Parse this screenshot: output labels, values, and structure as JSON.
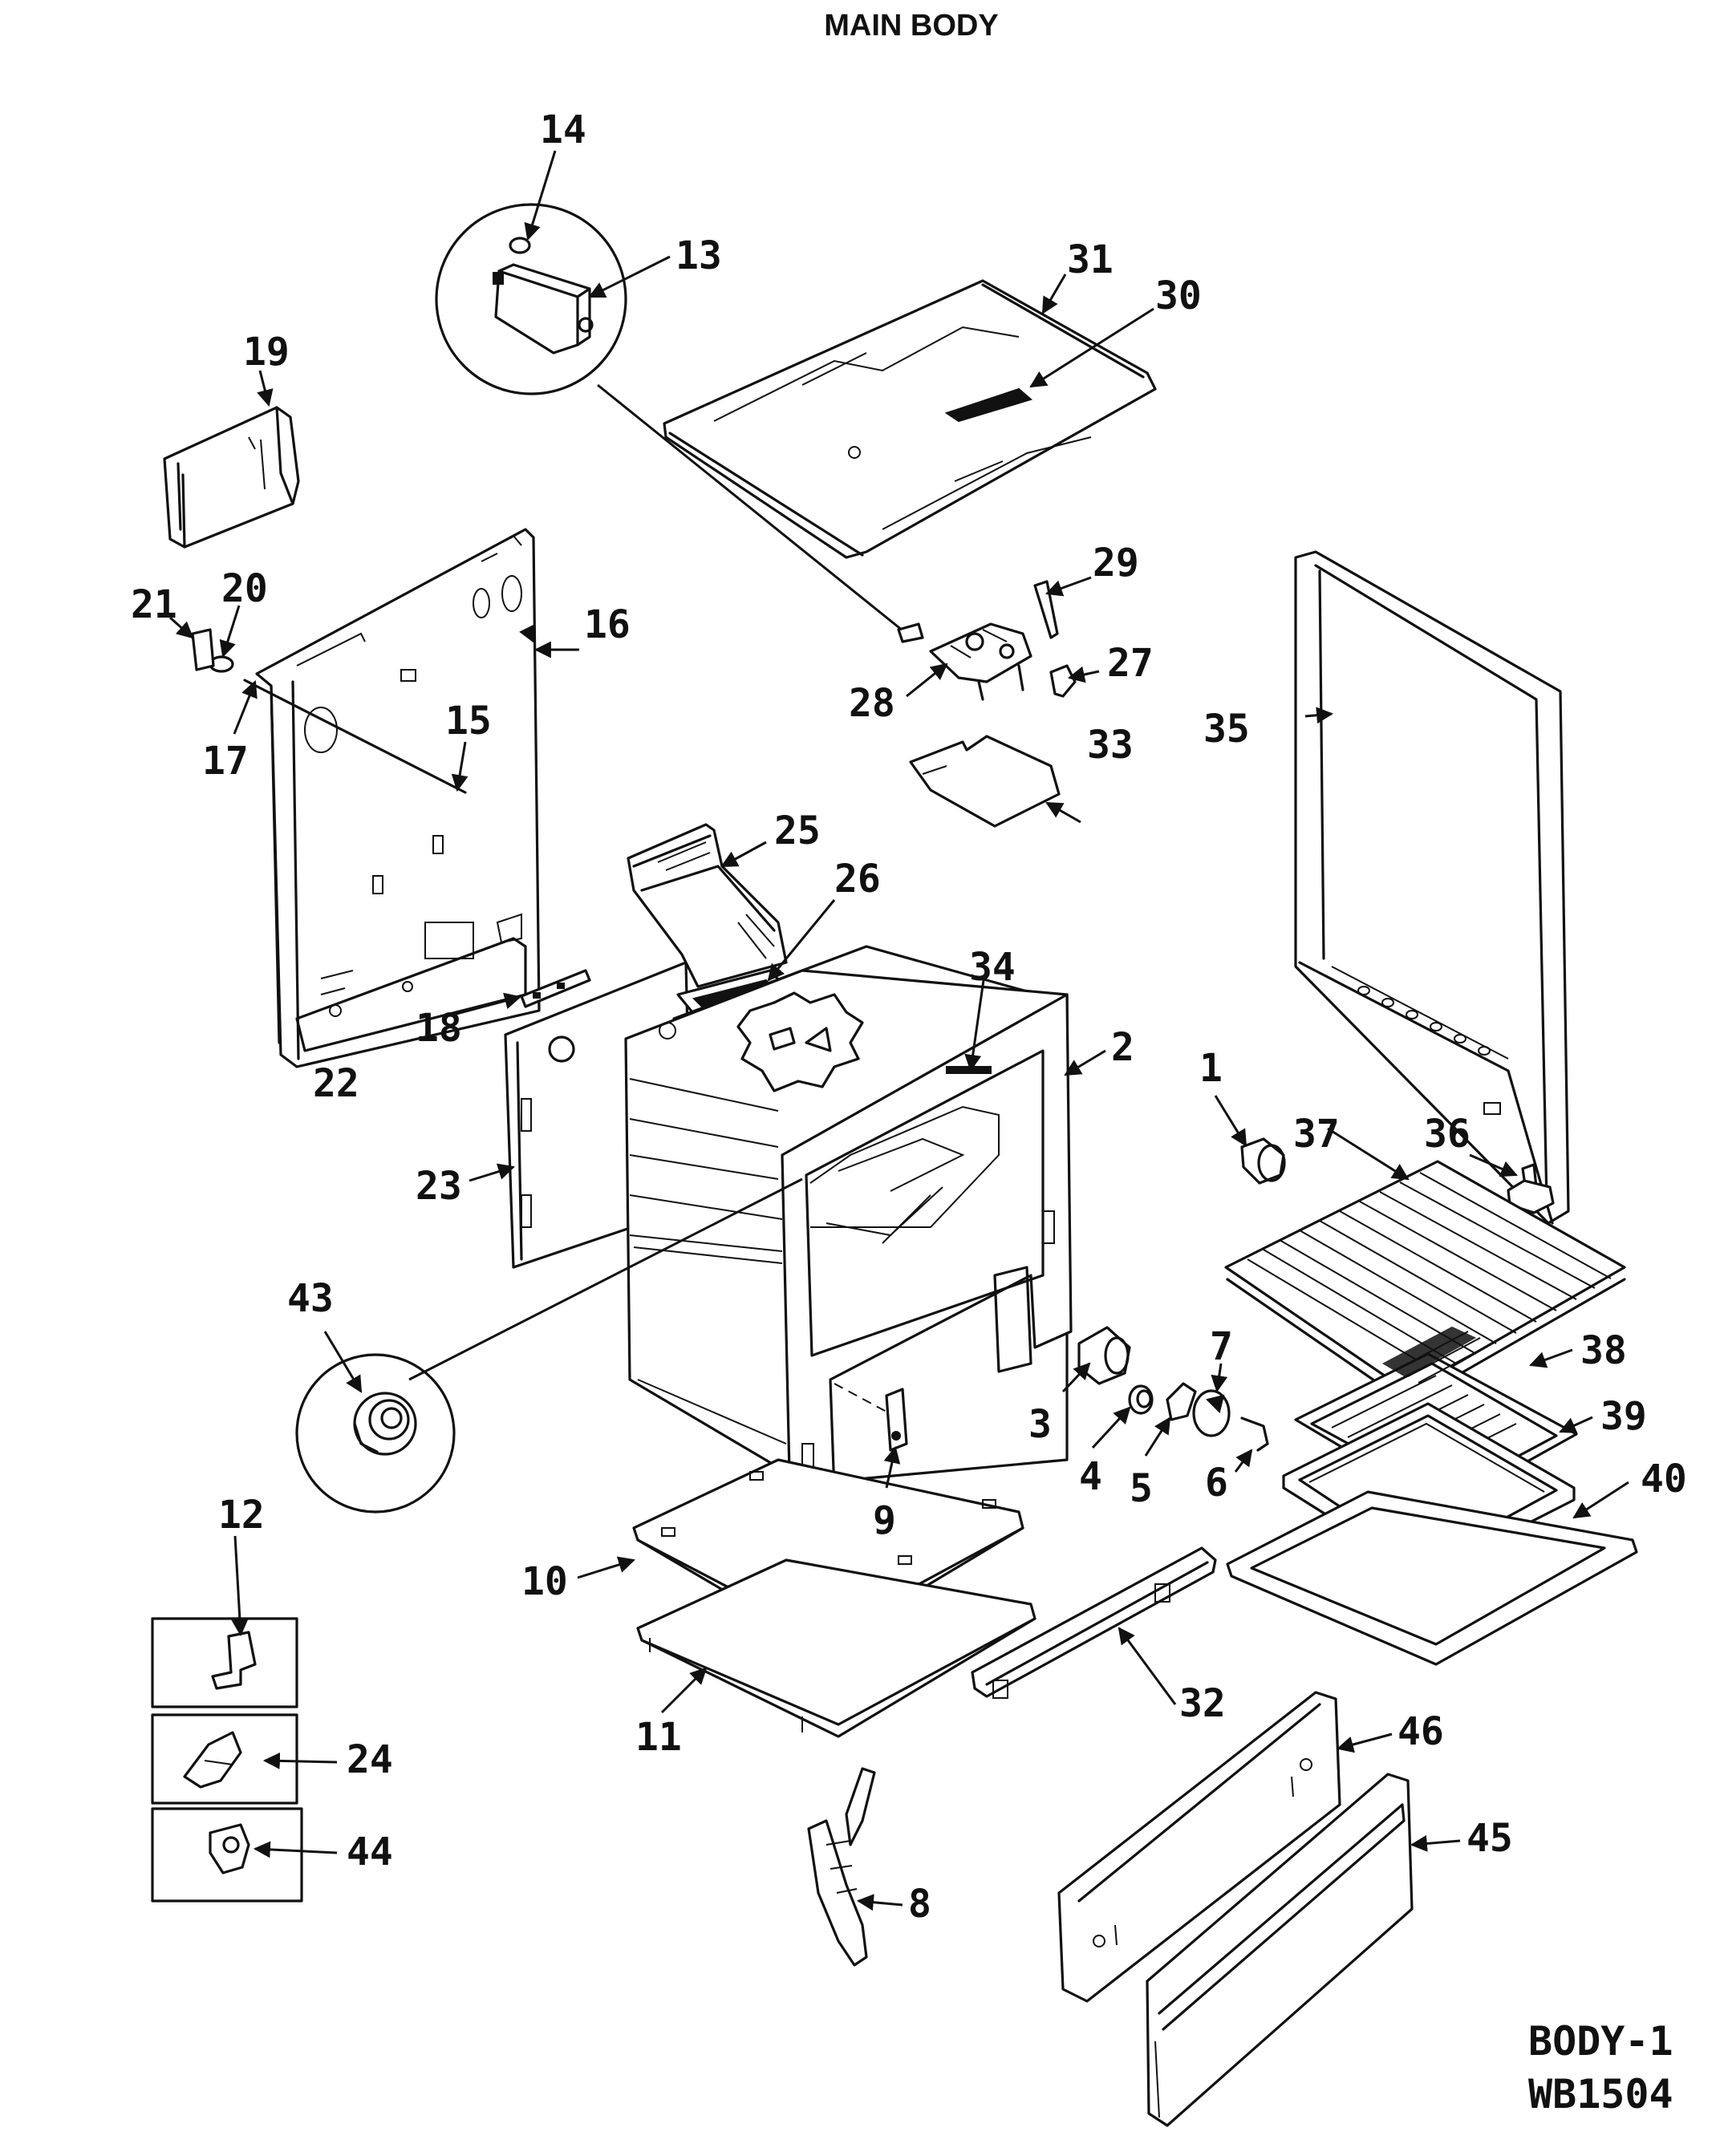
{
  "title": "MAIN BODY",
  "drawing_code": [
    "BODY-1",
    "WB1504"
  ],
  "callouts": {
    "c1": "1",
    "c2": "2",
    "c3": "3",
    "c4": "4",
    "c5": "5",
    "c6": "6",
    "c7": "7",
    "c8": "8",
    "c9": "9",
    "c10": "10",
    "c11": "11",
    "c12": "12",
    "c13": "13",
    "c14": "14",
    "c15": "15",
    "c16": "16",
    "c17": "17",
    "c18": "18",
    "c19": "19",
    "c20": "20",
    "c21": "21",
    "c22": "22",
    "c23": "23",
    "c24": "24",
    "c25": "25",
    "c26": "26",
    "c27": "27",
    "c28": "28",
    "c29": "29",
    "c30": "30",
    "c31": "31",
    "c32": "32",
    "c33": "33",
    "c34": "34",
    "c35": "35",
    "c36": "36",
    "c37": "37",
    "c38": "38",
    "c39": "39",
    "c40": "40",
    "c43": "43",
    "c44": "44",
    "c45": "45",
    "c46": "46"
  }
}
